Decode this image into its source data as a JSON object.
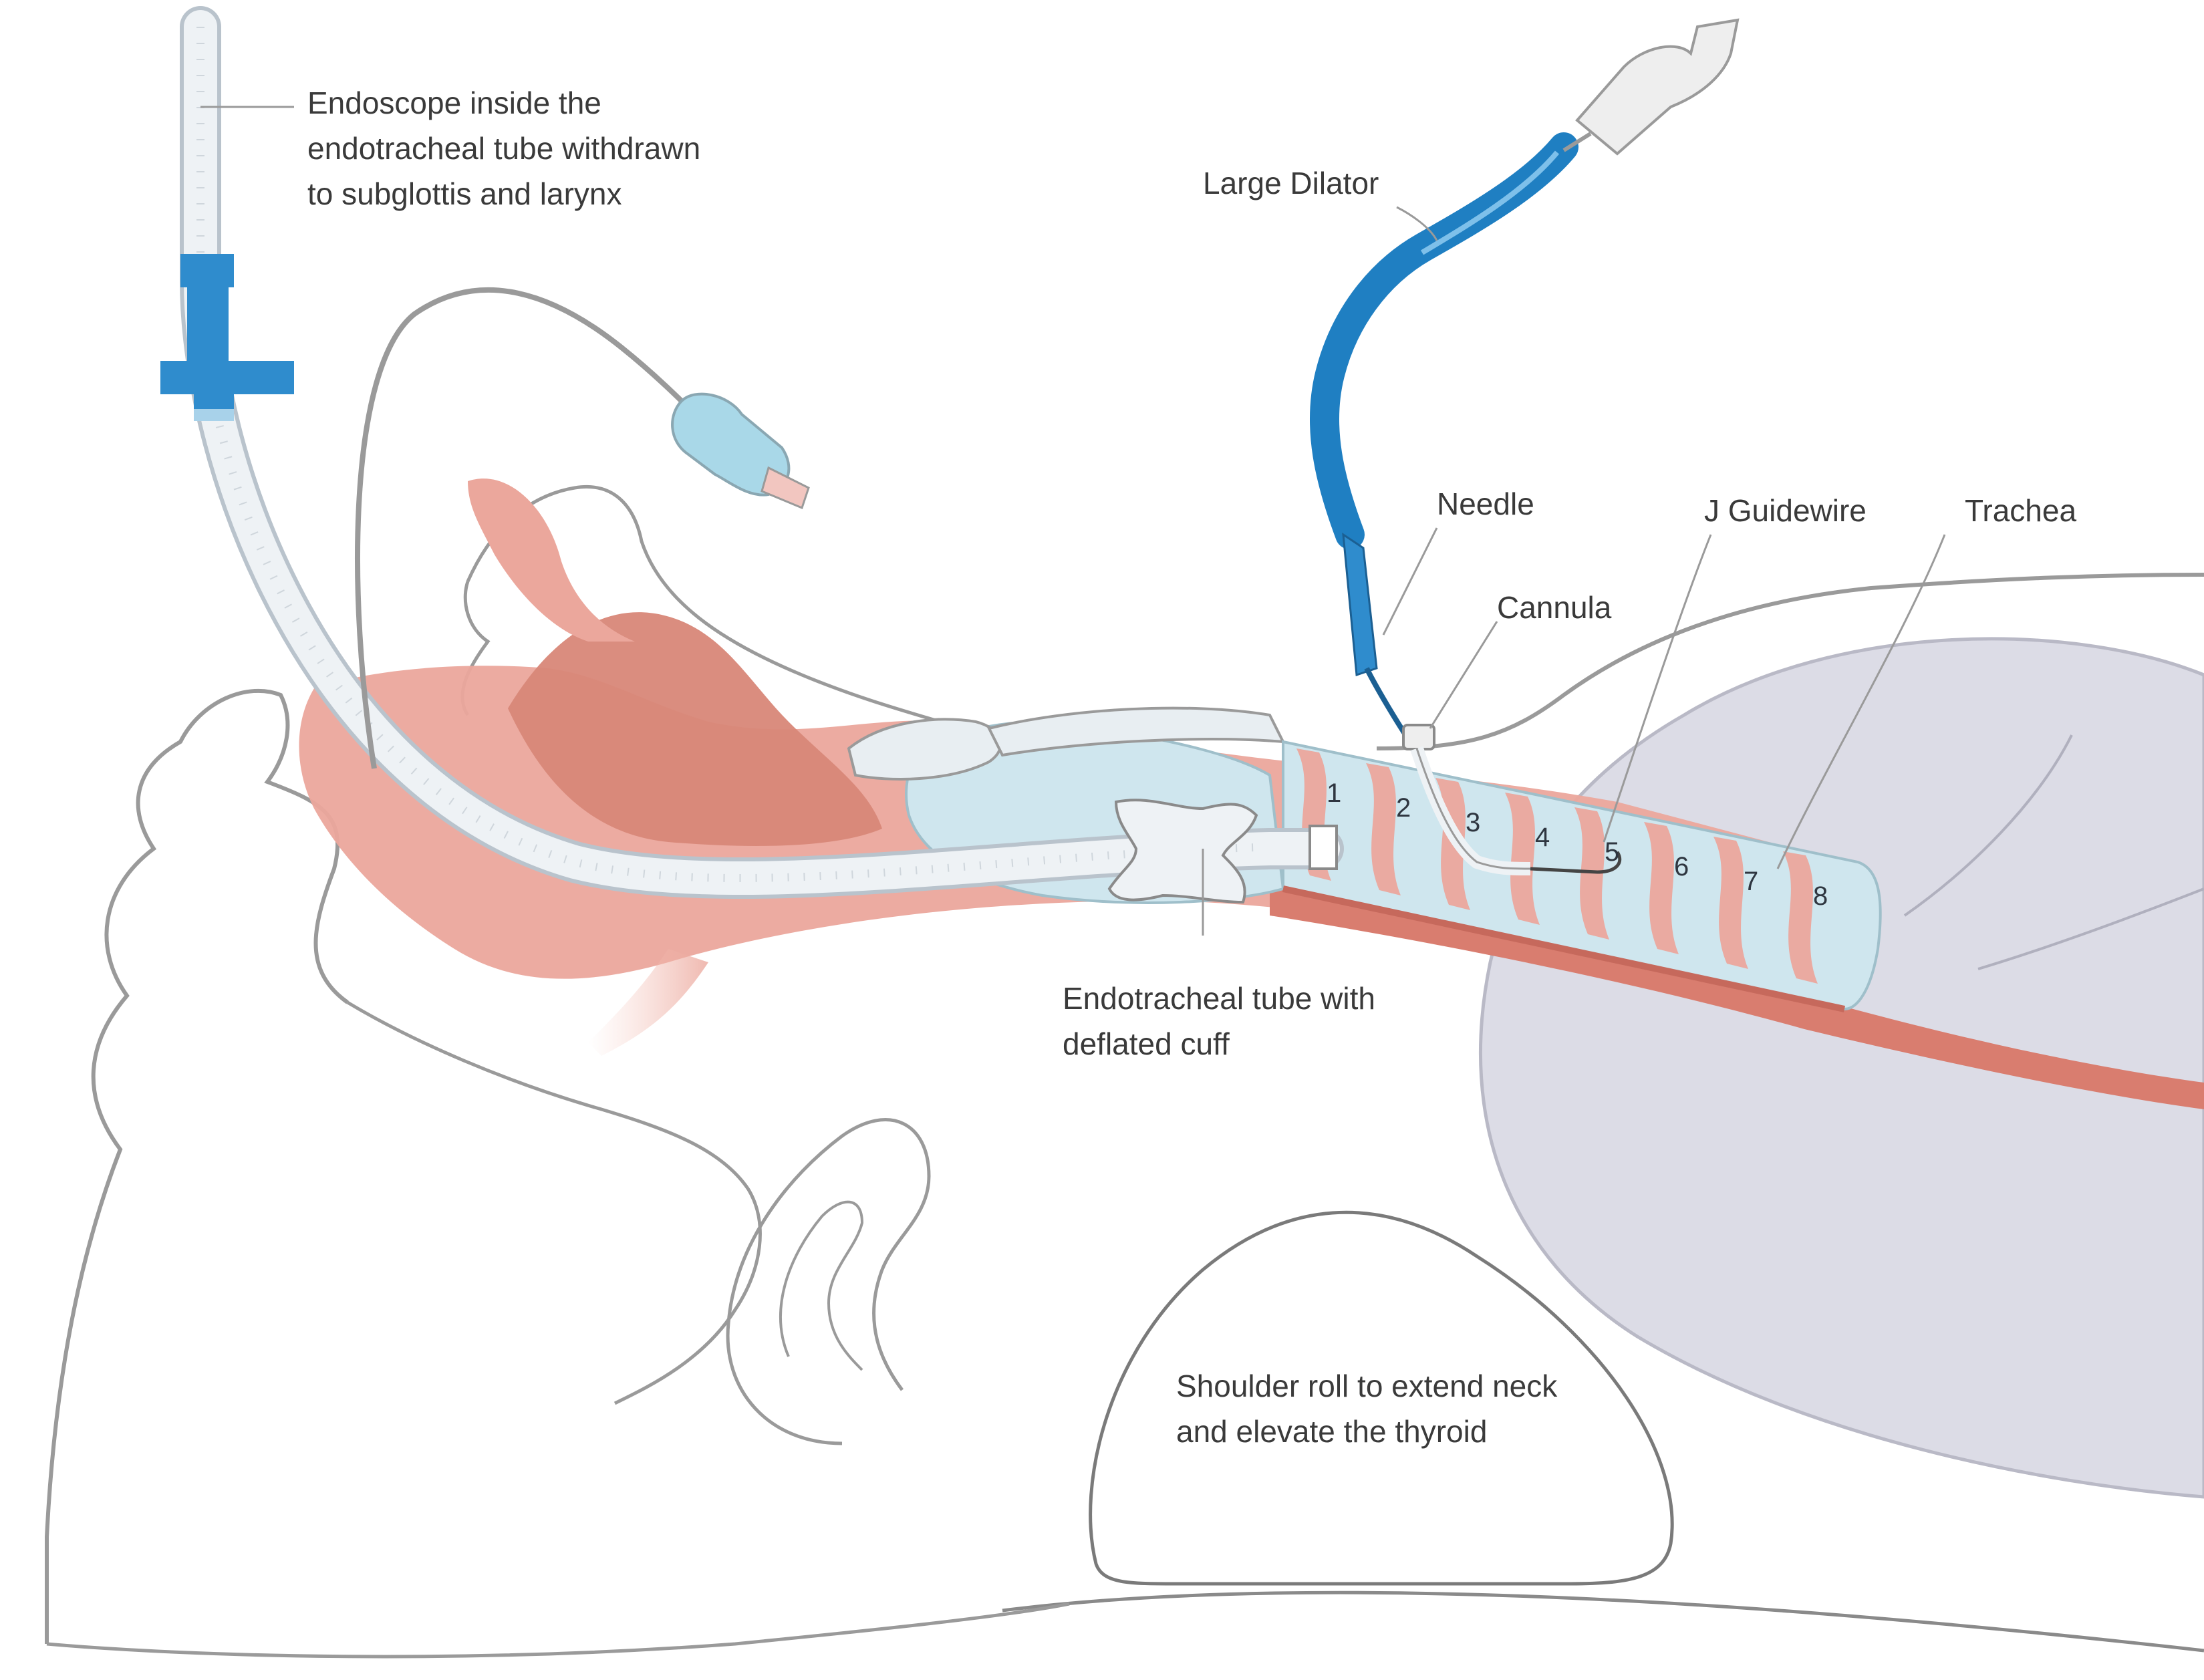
{
  "labels": {
    "endoscope": [
      "Endoscope inside the",
      "endotracheal tube withdrawn",
      "to subglottis and larynx"
    ],
    "large_dilator": "Large Dilator",
    "needle": "Needle",
    "j_guidewire": "J Guidewire",
    "trachea": "Trachea",
    "cannula": "Cannula",
    "endotracheal_tube": [
      "Endotracheal tube with",
      "deflated cuff"
    ],
    "shoulder_roll": [
      "Shoulder roll to extend neck",
      "and elevate the thyroid"
    ]
  },
  "tracheal_rings": [
    "1",
    "2",
    "3",
    "4",
    "5",
    "6",
    "7",
    "8"
  ],
  "colors": {
    "tissue": "#eba79c",
    "tissue_dark": "#d97d6f",
    "muscle": "#d88778",
    "trachea_ring": "#cfe6ee",
    "tube": "#e9eef2",
    "dilator": "#1f7fc2",
    "connector": "#2f8ccd",
    "pillow": "#dcdce6",
    "outline": "#9a9a9a"
  }
}
